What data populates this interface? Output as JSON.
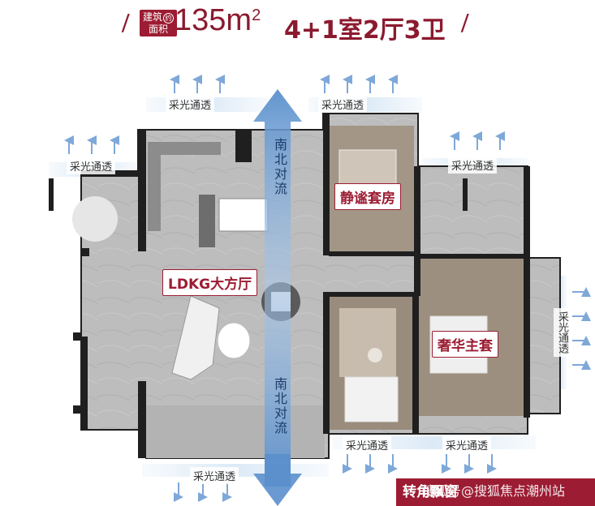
{
  "header": {
    "area_label_line1": "建筑",
    "area_label_line2": "面积",
    "area_label_approx": "约",
    "area_value": "135",
    "area_unit": "m",
    "area_unit_sup": "2",
    "layout": "4+1室2厅3卫",
    "slash": "/"
  },
  "light_label": "采光通透",
  "flow_label": "南北对流",
  "rooms": {
    "secondary_suite": "静谧套房",
    "living": "LDKG大方厅",
    "master_suite": "奢华主套"
  },
  "corner_badge": "转角飘窗",
  "watermark": "搜狐号@搜狐焦点潮州站",
  "colors": {
    "accent": "#9c1c33",
    "flow_arrow": "#6f9fd4",
    "light_arrow": "#8fb8e4",
    "wall": "#1f1f1f",
    "floor": "#b9b9b9"
  }
}
